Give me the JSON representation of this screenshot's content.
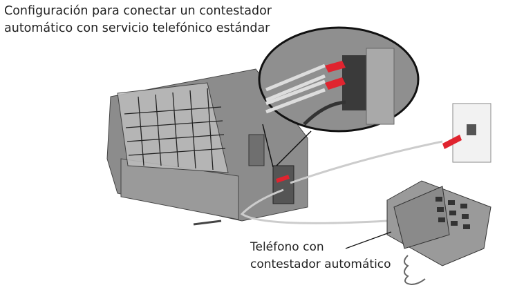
{
  "title": {
    "line1": "Configuración para conectar un contestador",
    "line2": "automático con servicio telefónico estándar"
  },
  "callout": {
    "line1": "Teléfono con",
    "line2": "contestador automático"
  },
  "colors": {
    "arrow": "#e0242f",
    "printer": "#8a8a8a",
    "phone": "#9a9a9a"
  }
}
